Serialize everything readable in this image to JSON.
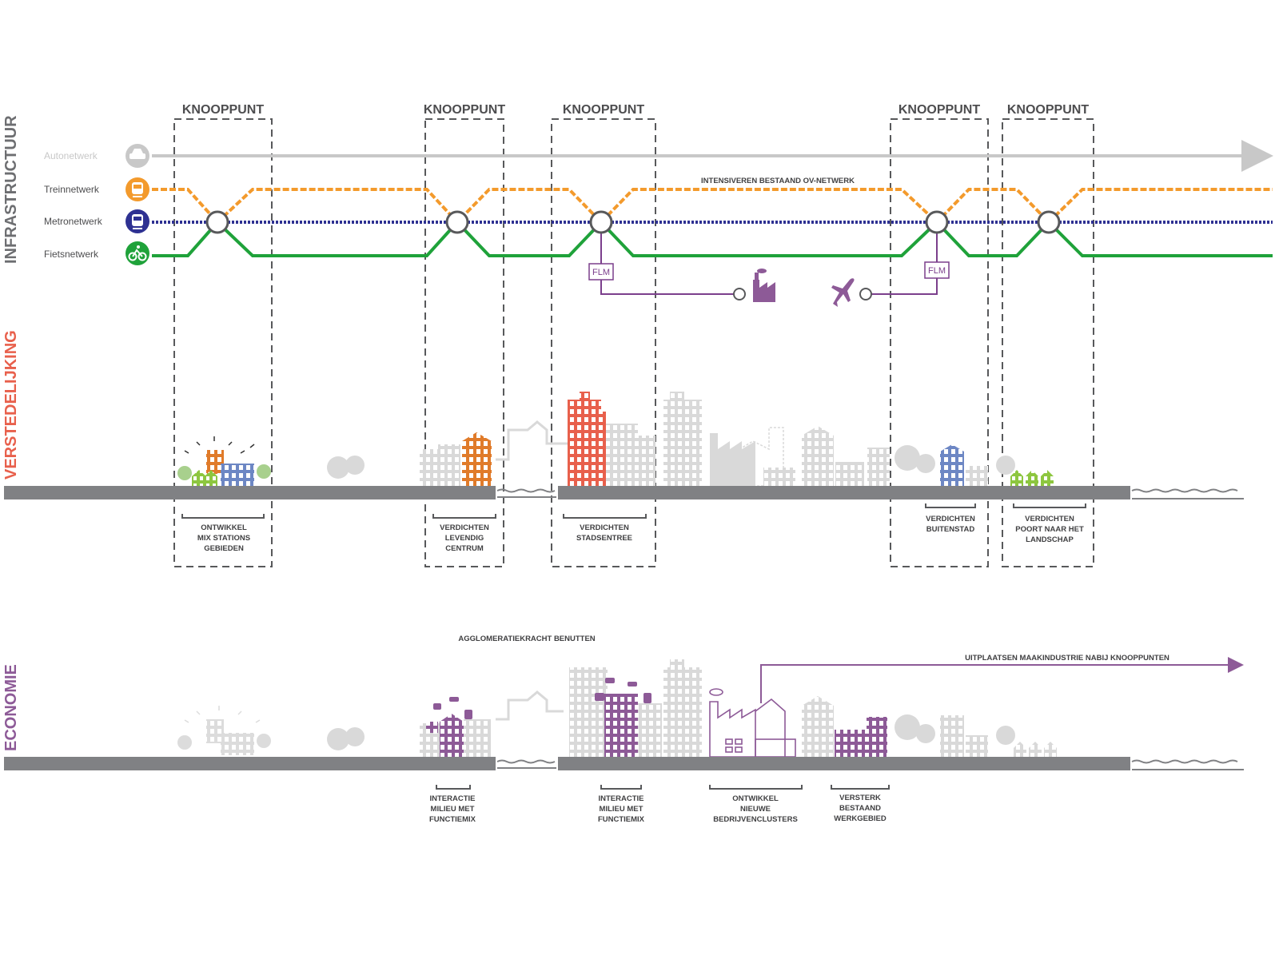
{
  "sections": {
    "infrastructure": "INFRASTRUCTUUR",
    "urbanisation": "VERSTEDELIJKING",
    "economy": "ECONOMIE"
  },
  "nodes": [
    {
      "title": "KNOOPPUNT"
    },
    {
      "title": "KNOOPPUNT"
    },
    {
      "title": "KNOOPPUNT"
    },
    {
      "title": "KNOOPPUNT"
    },
    {
      "title": "KNOOPPUNT"
    }
  ],
  "networks": [
    {
      "label": "Autonetwerk",
      "color": "#c8c8c8",
      "icon": "car-icon"
    },
    {
      "label": "Treinnetwerk",
      "color": "#f39a2c",
      "icon": "train-icon"
    },
    {
      "label": "Metronetwerk",
      "color": "#2e3192",
      "icon": "metro-icon"
    },
    {
      "label": "Fietsnetwerk",
      "color": "#1fa23a",
      "icon": "bike-icon"
    }
  ],
  "annotations": {
    "ov_network": "INTENSIVEREN BESTAAND OV-NETWERK",
    "flm": "FLM",
    "agglomeration": "AGGLOMERATIEKRACHT BENUTTEN",
    "relocation": "UITPLAATSEN MAAKINDUSTRIE NABIJ KNOOPPUNTEN"
  },
  "urban_labels": [
    [
      "ONTWIKKEL",
      "MIX STATIONS",
      "GEBIEDEN"
    ],
    [
      "VERDICHTEN",
      "LEVENDIG",
      "CENTRUM"
    ],
    [
      "VERDICHTEN",
      "STADSENTREE"
    ],
    [
      "VERDICHTEN",
      "BUITENSTAD"
    ],
    [
      "VERDICHTEN",
      "POORT NAAR HET",
      "LANDSCHAP"
    ]
  ],
  "economy_labels": [
    [
      "INTERACTIE",
      "MILIEU MET",
      "FUNCTIEMIX"
    ],
    [
      "INTERACTIE",
      "MILIEU MET",
      "FUNCTIEMIX"
    ],
    [
      "ONTWIKKEL",
      "NIEUWE",
      "BEDRIJVENCLUSTERS"
    ],
    [
      "VERSTERK",
      "BESTAAND",
      "WERKGEBIED"
    ]
  ],
  "colors": {
    "car": "#c8c8c8",
    "train": "#f39a2c",
    "metro": "#2e3192",
    "bike": "#1fa23a",
    "flm": "#7b3f8c",
    "ground": "#808184",
    "infra_label": "#6d6e71",
    "urban_label": "#e8604c",
    "economy_label": "#8d5a97",
    "building_grey": "#d9d9d9",
    "red_tower": "#e8604c",
    "orange_bldg": "#e07b2a",
    "blue_bldg": "#6d87c4",
    "green_house": "#8dc63f",
    "purple_bldg": "#8d5a97"
  }
}
